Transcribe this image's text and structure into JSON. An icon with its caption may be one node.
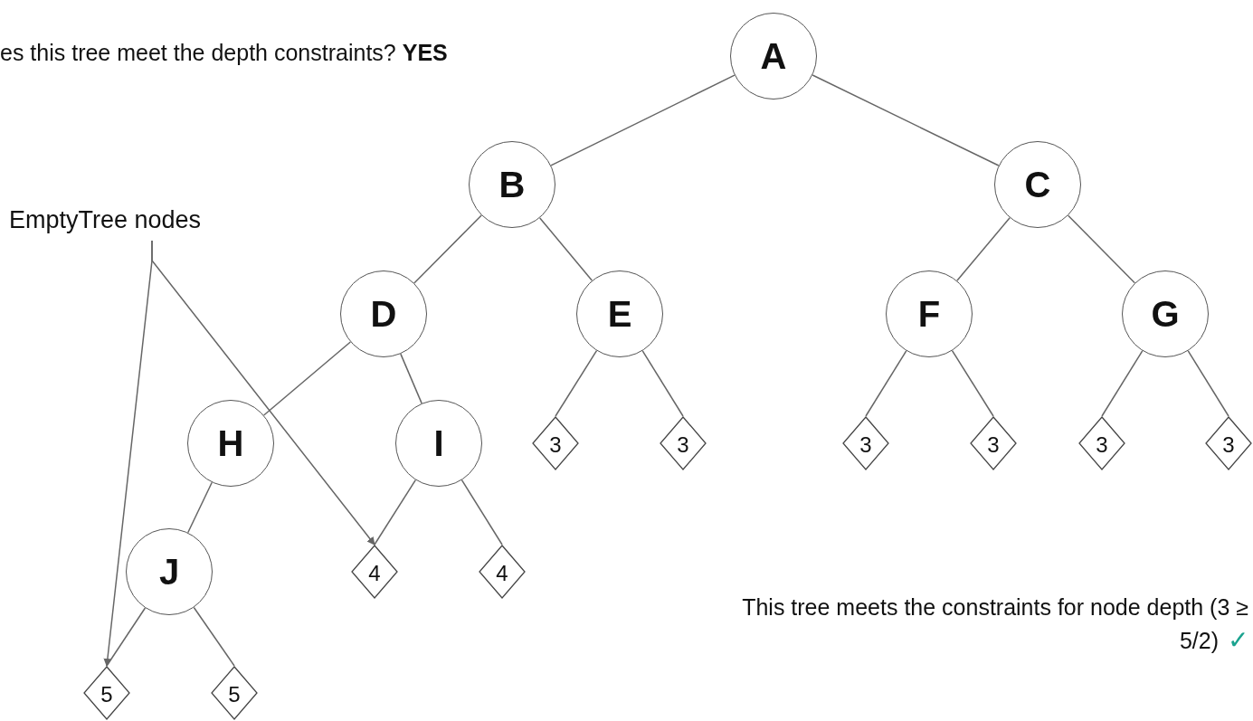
{
  "diagram": {
    "nodes": [
      {
        "text": [
          "A"
        ]
      },
      {
        "text": [
          "B"
        ]
      },
      {
        "text": [
          "C"
        ]
      },
      {
        "text": [
          "D"
        ]
      },
      {
        "text": [
          "E"
        ]
      },
      {
        "text": [
          "F"
        ]
      },
      {
        "text": [
          "G"
        ]
      },
      {
        "text": [
          "H"
        ]
      },
      {
        "text": [
          "I"
        ]
      },
      {
        "text": [
          "3"
        ]
      },
      {
        "text": [
          "3"
        ]
      },
      {
        "text": [
          "3"
        ]
      },
      {
        "text": [
          "3"
        ]
      },
      {
        "text": [
          "3"
        ]
      },
      {
        "text": [
          "3"
        ]
      },
      {
        "text": [
          "J"
        ]
      },
      {
        "text": [
          "4"
        ]
      },
      {
        "text": [
          "4"
        ]
      },
      {
        "text": [
          "5"
        ]
      },
      {
        "text": [
          "5"
        ]
      },
      {
        "text": [
          "EmptyTree nodes"
        ]
      }
    ],
    "edges": [
      {
        "from": 0,
        "to": 1,
        "arrow": "none"
      },
      {
        "from": 0,
        "to": 2,
        "arrow": "none"
      },
      {
        "from": 1,
        "to": 3,
        "arrow": "none"
      },
      {
        "from": 1,
        "to": 4,
        "arrow": "none"
      },
      {
        "from": 2,
        "to": 5,
        "arrow": "none"
      },
      {
        "from": 2,
        "to": 6,
        "arrow": "none"
      },
      {
        "from": 3,
        "to": 7,
        "arrow": "none"
      },
      {
        "from": 3,
        "to": 8,
        "arrow": "none"
      },
      {
        "from": 4,
        "to": 9,
        "arrow": "none"
      },
      {
        "from": 4,
        "to": 10,
        "arrow": "none"
      },
      {
        "from": 5,
        "to": 11,
        "arrow": "none"
      },
      {
        "from": 5,
        "to": 12,
        "arrow": "none"
      },
      {
        "from": 6,
        "to": 13,
        "arrow": "none"
      },
      {
        "from": 6,
        "to": 14,
        "arrow": "none"
      },
      {
        "from": 7,
        "to": 15,
        "arrow": "none"
      },
      {
        "from": 8,
        "to": 16,
        "arrow": "none"
      },
      {
        "from": 8,
        "to": 17,
        "arrow": "none"
      },
      {
        "from": 15,
        "to": 18,
        "arrow": "none"
      },
      {
        "from": 15,
        "to": 19,
        "arrow": "none"
      },
      {
        "from": 20,
        "to": 18,
        "arrow": "to"
      },
      {
        "from": 20,
        "to": 16,
        "arrow": "to"
      }
    ],
    "labels": [
      "es this tree meet the depth constraints? **YES**",
      "This tree meets the constraints for node depth (3 ≥ 5/2)",
      "✓"
    ]
  }
}
